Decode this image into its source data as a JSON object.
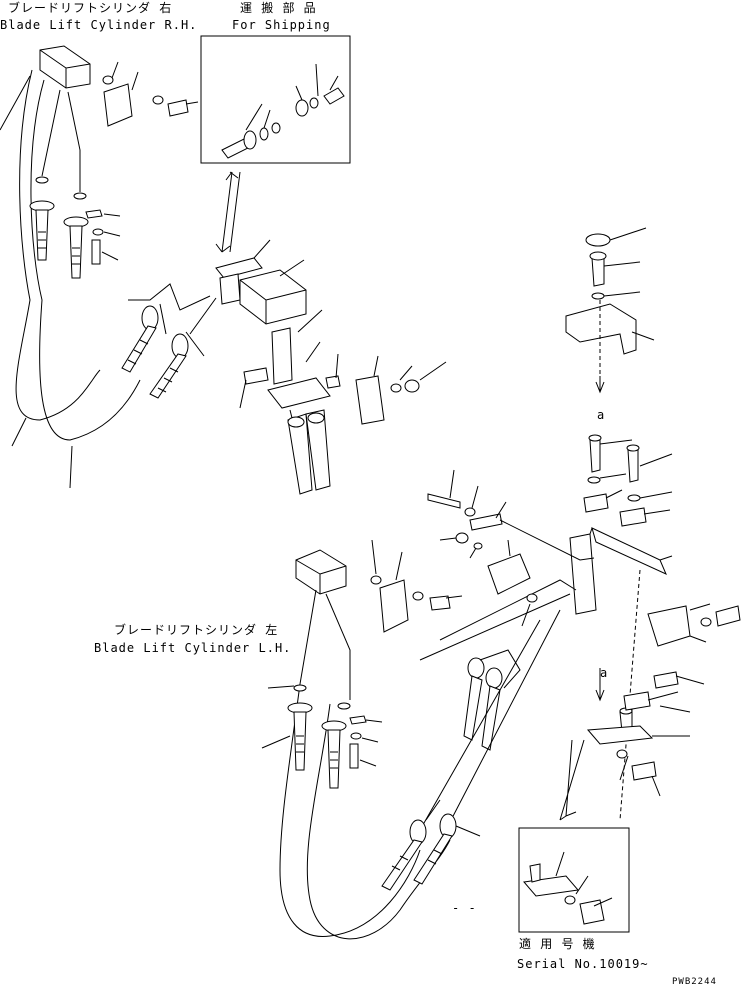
{
  "labels": {
    "rh_jp": "ブレードリフトシリンダ 右",
    "rh_en": "Blade Lift Cylinder R.H.",
    "ship_jp": "運 搬 部 品",
    "ship_en": "For Shipping",
    "lh_jp": "ブレードリフトシリンダ 左",
    "lh_en": "Blade Lift Cylinder L.H.",
    "serial_jp": "適 用 号 機",
    "serial_en": "Serial No.10019~",
    "ref_a1": "a",
    "ref_a2": "a",
    "code": "PWB2244",
    "dash_mark": "- -"
  },
  "colors": {
    "line": "#000000",
    "background": "#ffffff"
  }
}
